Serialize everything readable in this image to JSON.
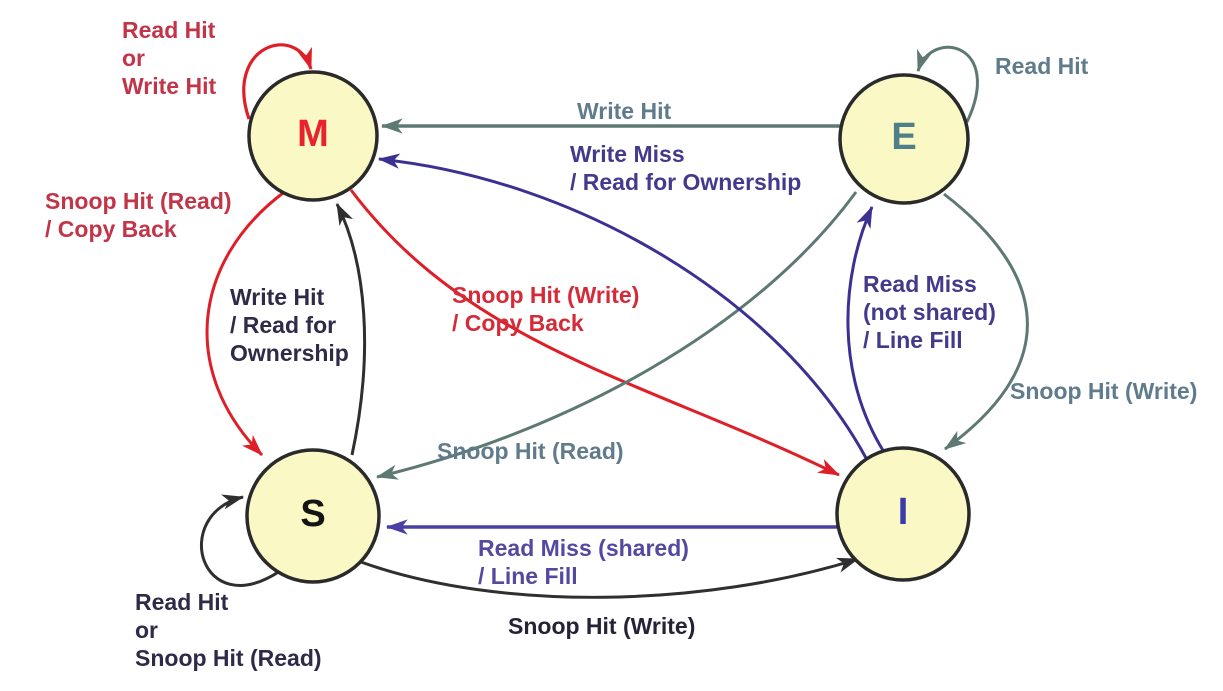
{
  "diagram_type": "state-machine",
  "states": {
    "m": {
      "label": "M"
    },
    "e": {
      "label": "E"
    },
    "s": {
      "label": "S"
    },
    "i": {
      "label": "I"
    }
  },
  "transitions": {
    "m_self": {
      "from": "M",
      "to": "M",
      "label": "Read Hit\nor\nWrite Hit"
    },
    "e_self": {
      "from": "E",
      "to": "E",
      "label": "Read Hit"
    },
    "e_m": {
      "from": "E",
      "to": "M",
      "label": "Write Hit"
    },
    "i_m": {
      "from": "I",
      "to": "M",
      "label": "Write Miss\n/ Read for Ownership"
    },
    "m_s": {
      "from": "M",
      "to": "S",
      "label": "Snoop Hit (Read)\n/ Copy Back"
    },
    "s_m": {
      "from": "S",
      "to": "M",
      "label": "Write Hit\n/ Read for\nOwnership"
    },
    "m_i": {
      "from": "M",
      "to": "I",
      "label": "Snoop Hit (Write)\n/ Copy Back"
    },
    "e_s": {
      "from": "E",
      "to": "S",
      "label": "Snoop Hit (Read)"
    },
    "i_e": {
      "from": "I",
      "to": "E",
      "label": "Read Miss\n(not shared)\n/ Line Fill"
    },
    "e_i": {
      "from": "E",
      "to": "I",
      "label": "Snoop Hit (Write)"
    },
    "i_s": {
      "from": "I",
      "to": "S",
      "label": "Read Miss (shared)\n/ Line Fill"
    },
    "s_self": {
      "from": "S",
      "to": "S",
      "label": "Read Hit\nor\nSnoop Hit (Read)"
    },
    "s_i": {
      "from": "S",
      "to": "I",
      "label": "Snoop Hit (Write)"
    }
  },
  "colors": {
    "node_fill": "#faf8c5",
    "node_border": "#2a2a2a",
    "state_m_letter": "#e8232e",
    "state_e_letter": "#4f7f89",
    "state_s_letter": "#141414",
    "state_i_letter": "#3c3ca8",
    "arrow_red": "#df1f27",
    "arrow_slate": "#5e7873",
    "arrow_purple": "#3c3193",
    "arrow_purple_light": "#4a40a3",
    "arrow_black": "#2f2f2f",
    "label_red_dark": "#c23549",
    "label_red_bright": "#d52a38",
    "label_slate": "#5f7b8c",
    "label_purple": "#443a8c",
    "label_purple_light": "#5449a0",
    "label_dark": "#2e2a47"
  }
}
